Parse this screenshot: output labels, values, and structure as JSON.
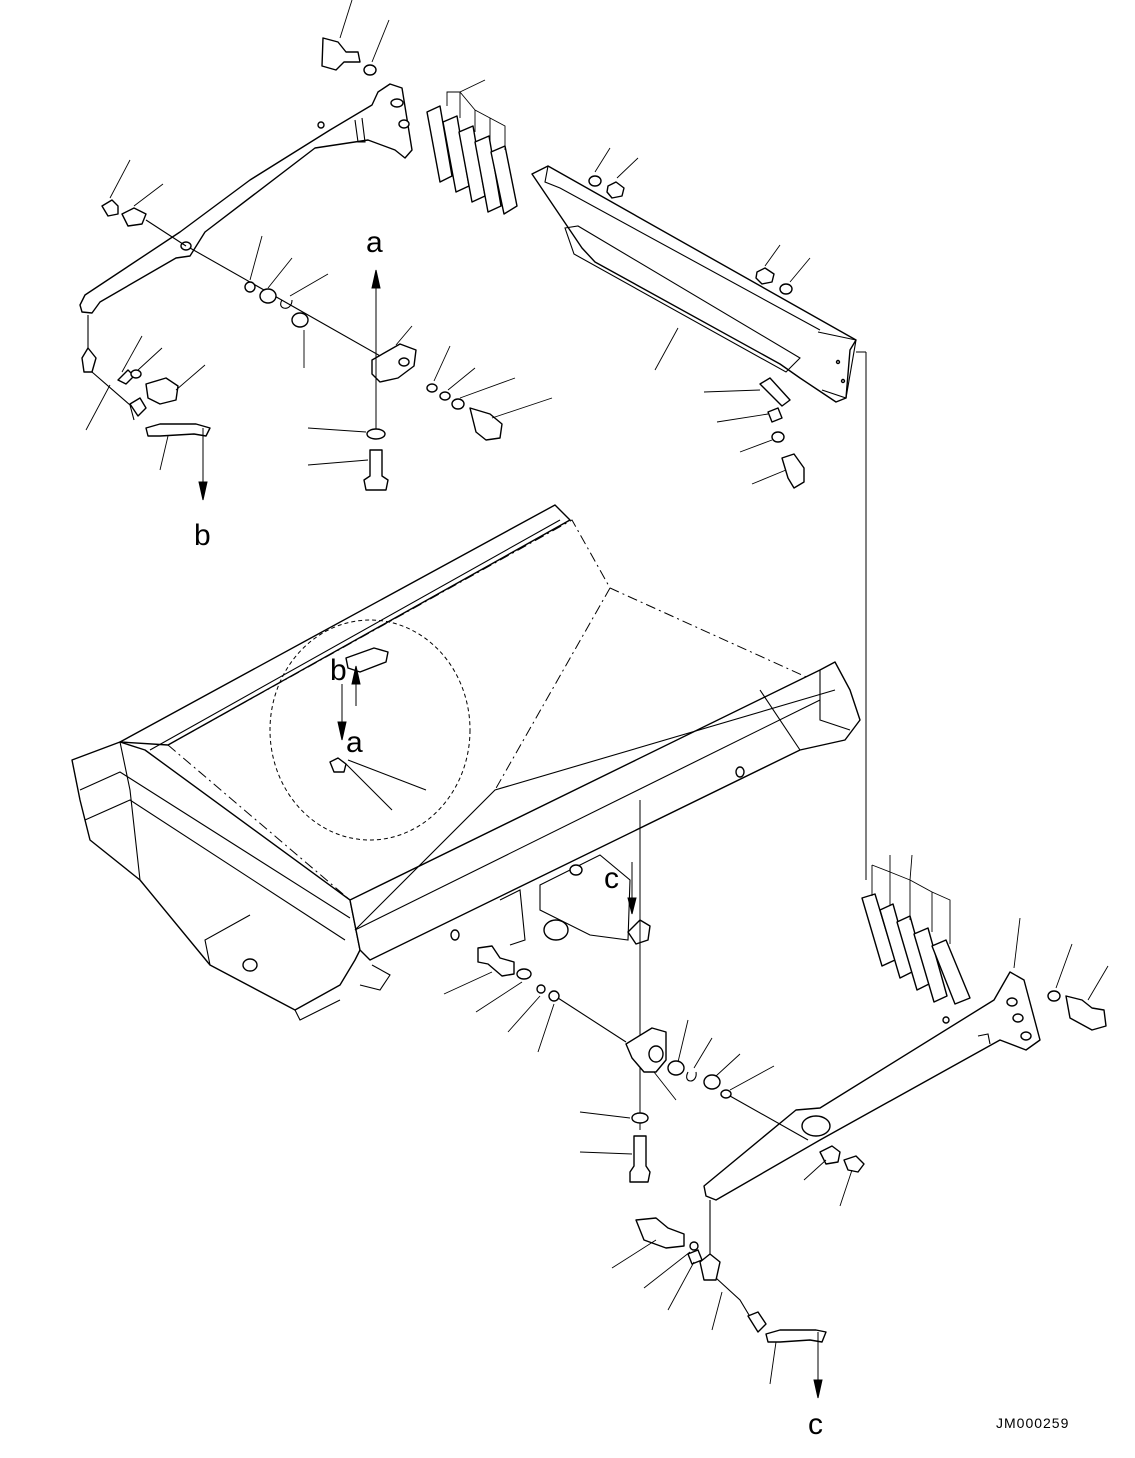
{
  "drawing_code": "JM000259",
  "reference_labels": {
    "a": "a",
    "b": "b",
    "c": "c"
  },
  "detail_labels": {
    "b": "b",
    "a": "a",
    "c": "c"
  }
}
